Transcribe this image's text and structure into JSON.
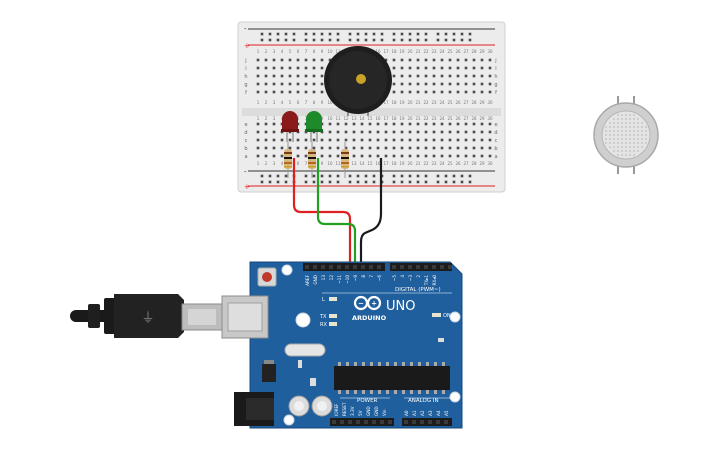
{
  "breadboard": {
    "row_letters_top": [
      "j",
      "i",
      "h",
      "g",
      "f"
    ],
    "row_letters_bottom": [
      "e",
      "d",
      "c",
      "b",
      "a"
    ],
    "column_count": 30,
    "plus_label": "+",
    "minus_label": "-"
  },
  "arduino": {
    "brand": "ARDUINO",
    "model": "UNO",
    "digital_label": "DIGITAL (PWM~)",
    "power_label": "POWER",
    "analog_label": "ANALOG IN",
    "on_label": "ON",
    "led_labels": [
      "L",
      "TX",
      "RX"
    ],
    "top_pin_labels": [
      "AREF",
      "GND",
      "13",
      "12",
      "~11",
      "~10",
      "~9",
      "8",
      "7",
      "~6",
      "~5",
      "4",
      "~3",
      "2",
      "TX▸1",
      "RX◂0"
    ],
    "power_pin_labels": [
      "IOREF",
      "RESET",
      "3.3V",
      "5V",
      "GND",
      "GND",
      "Vin"
    ],
    "analog_pin_labels": [
      "A0",
      "A1",
      "A2",
      "A3",
      "A4",
      "A5"
    ]
  },
  "colors": {
    "board_blue": "#1f5f9e",
    "wire_red": "#e02020",
    "wire_green": "#22a022",
    "wire_black": "#1a1a1a",
    "led_red": "#8b1a1a",
    "led_green": "#1f8a2a"
  }
}
